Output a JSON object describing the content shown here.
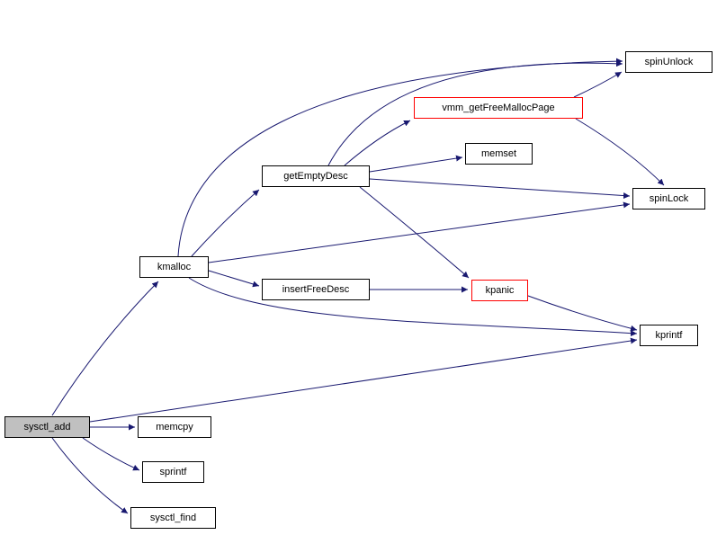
{
  "diagram": {
    "type": "call-graph",
    "root": "sysctl_add",
    "colors": {
      "background": "#ffffff",
      "edge": "#191970",
      "node_border": "#000000",
      "node_fill": "#ffffff",
      "root_fill": "#c0c0c0",
      "highlight_border": "#ff0000",
      "text": "#000000"
    },
    "nodes": {
      "sysctl_add": {
        "label": "sysctl_add",
        "style": "root"
      },
      "kmalloc": {
        "label": "kmalloc",
        "style": "default"
      },
      "memcpy": {
        "label": "memcpy",
        "style": "default"
      },
      "sprintf": {
        "label": "sprintf",
        "style": "default"
      },
      "sysctl_find": {
        "label": "sysctl_find",
        "style": "default"
      },
      "getEmptyDesc": {
        "label": "getEmptyDesc",
        "style": "default"
      },
      "insertFreeDesc": {
        "label": "insertFreeDesc",
        "style": "default"
      },
      "vmm_getFreeMallocPage": {
        "label": "vmm_getFreeMallocPage",
        "style": "highlight"
      },
      "memset": {
        "label": "memset",
        "style": "default"
      },
      "kpanic": {
        "label": "kpanic",
        "style": "highlight"
      },
      "spinUnlock": {
        "label": "spinUnlock",
        "style": "default"
      },
      "spinLock": {
        "label": "spinLock",
        "style": "default"
      },
      "kprintf": {
        "label": "kprintf",
        "style": "default"
      }
    },
    "edges": [
      {
        "from": "sysctl_add",
        "to": "kmalloc"
      },
      {
        "from": "sysctl_add",
        "to": "memcpy"
      },
      {
        "from": "sysctl_add",
        "to": "sprintf"
      },
      {
        "from": "sysctl_add",
        "to": "sysctl_find"
      },
      {
        "from": "sysctl_add",
        "to": "kprintf"
      },
      {
        "from": "kmalloc",
        "to": "getEmptyDesc"
      },
      {
        "from": "kmalloc",
        "to": "insertFreeDesc"
      },
      {
        "from": "kmalloc",
        "to": "spinUnlock"
      },
      {
        "from": "kmalloc",
        "to": "spinLock"
      },
      {
        "from": "kmalloc",
        "to": "kprintf"
      },
      {
        "from": "getEmptyDesc",
        "to": "vmm_getFreeMallocPage"
      },
      {
        "from": "getEmptyDesc",
        "to": "memset"
      },
      {
        "from": "getEmptyDesc",
        "to": "spinLock"
      },
      {
        "from": "getEmptyDesc",
        "to": "spinUnlock"
      },
      {
        "from": "getEmptyDesc",
        "to": "kpanic"
      },
      {
        "from": "insertFreeDesc",
        "to": "kpanic"
      },
      {
        "from": "vmm_getFreeMallocPage",
        "to": "spinLock"
      },
      {
        "from": "vmm_getFreeMallocPage",
        "to": "spinUnlock"
      },
      {
        "from": "kpanic",
        "to": "kprintf"
      }
    ]
  }
}
